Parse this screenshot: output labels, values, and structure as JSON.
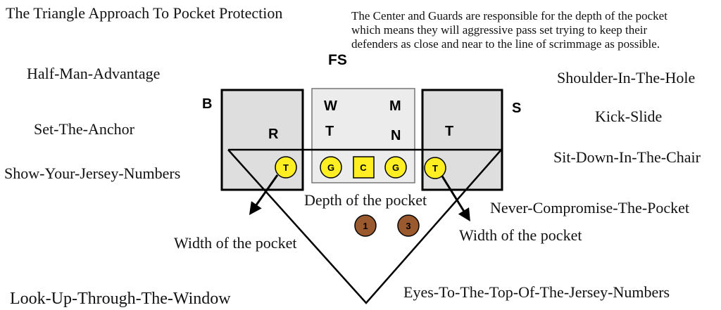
{
  "title": "The Triangle Approach To Pocket Protection",
  "note": "The Center and Guards are responsible for the depth of the pocket which means they will aggressive pass set trying to keep their defenders as close and near to the line of scrimmage as possible.",
  "left_phrases": [
    "Half-Man-Advantage",
    "Set-The-Anchor",
    "Show-Your-Jersey-Numbers"
  ],
  "right_phrases": [
    "Shoulder-In-The-Hole",
    "Kick-Slide",
    "Sit-Down-In-The-Chair",
    "Never-Compromise-The-Pocket"
  ],
  "bottom_left": "Look-Up-Through-The-Window",
  "bottom_right": "Eyes-To-The-Top-Of-The-Jersey-Numbers",
  "depth_label": "Depth of the pocket",
  "width_label_left": "Width of the pocket",
  "width_label_right": "Width of the pocket",
  "defenders": {
    "fs": "FS",
    "b": "B",
    "s": "S",
    "w": "W",
    "m": "M",
    "t_inner": "T",
    "n": "N",
    "r": "R",
    "t_outer": "T"
  },
  "offense": {
    "left_tackle": "T",
    "left_guard": "G",
    "center": "C",
    "right_guard": "G",
    "right_tackle": "T",
    "back_1": "1",
    "back_3": "3"
  },
  "colors": {
    "lineman": "#ffee22",
    "back": "#9a5a2e",
    "box_outer": "#dedede",
    "box_inner": "#ececec"
  }
}
